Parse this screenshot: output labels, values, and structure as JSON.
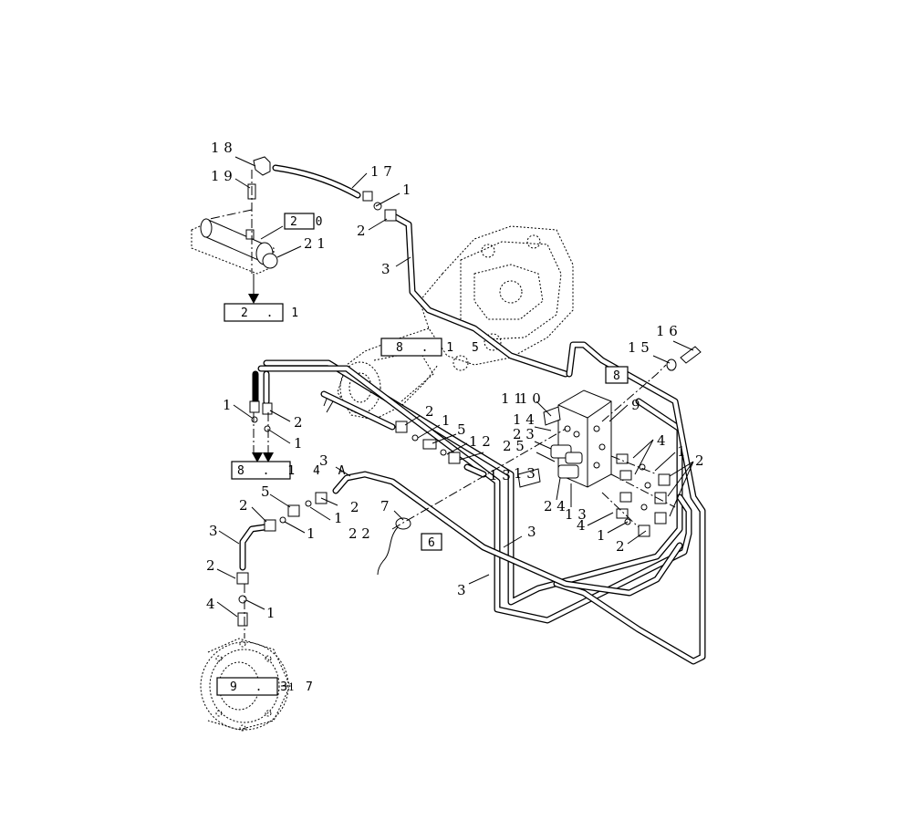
{
  "callouts": {
    "c18": "1 8",
    "c19": "1 9",
    "c17": "1 7",
    "c21": "2 1",
    "c1a": "1",
    "c2a": "2",
    "c3a": "3",
    "c16": "1 6",
    "c15": "1 5",
    "c10": "1 0",
    "c11": "1 1",
    "c14a": "1 4",
    "c23a": "2 3",
    "c25a": "2 5",
    "c9": "9",
    "c4a": "4",
    "c1b": "1",
    "c2b": "2",
    "c13a": "1 3",
    "c24a": "2 4",
    "c13b": "1 3",
    "c4b": "4",
    "c1c": "1",
    "c2c": "2",
    "c2d": "2",
    "c1d": "1",
    "c5a": "5",
    "c12a": "1 2",
    "c13c": "1 3",
    "c1e": "1",
    "c2e": "2",
    "c1f": "1",
    "c3b": "3",
    "c5b": "5",
    "c2f": "2",
    "c1g": "1",
    "c2g": "2",
    "c1h": "1",
    "c7": "7",
    "c22": "2 2",
    "c3c": "3",
    "c3d": "3",
    "c3e": "3",
    "c2h": "2",
    "c4c": "4",
    "c1i": "1",
    "c1j": "1"
  },
  "refs": {
    "r20": "2 0",
    "r21": "2 . 1",
    "r815": "8 . 1 5",
    "r8": "8",
    "r814a": "8 . 1 4 A",
    "r6": "6",
    "r937": "9 . 3 7"
  }
}
